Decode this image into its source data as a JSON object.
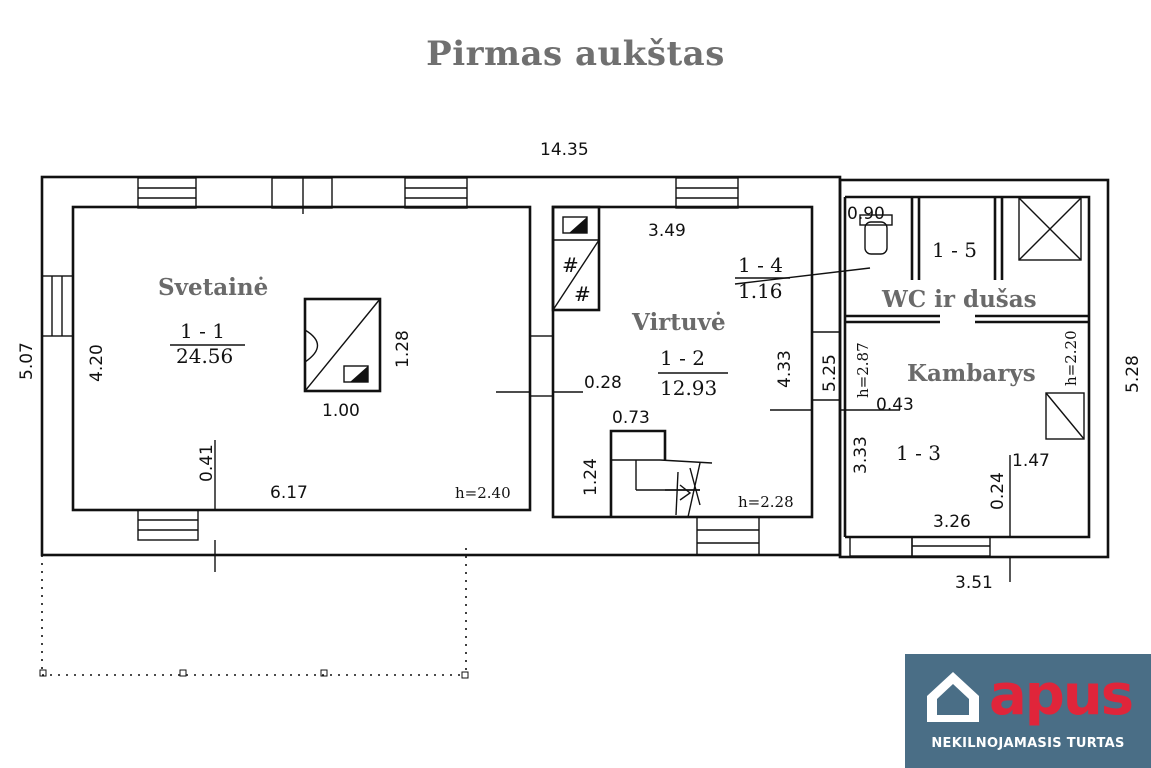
{
  "title": "Pirmas aukštas",
  "rooms": [
    {
      "name": "Svetainė",
      "code": "1 - 1",
      "area": "24.56",
      "height": "h=2.40"
    },
    {
      "name": "Virtuvė",
      "code": "1 - 2",
      "area": "12.93",
      "height": "h=2.28"
    },
    {
      "name": "Kambarys",
      "code": "1 - 3",
      "height": "h=2.87"
    },
    {
      "code": "1 - 4",
      "area": "1.16"
    },
    {
      "name": "WC ir dušas",
      "code": "1 - 5",
      "height": "h=2.20"
    }
  ],
  "dimensions": {
    "total_length": "14.35",
    "left_height": "5.07",
    "right_height": "5.28",
    "living_inner_height": "4.20",
    "living_width": "6.17",
    "stove_width": "1.00",
    "stove_height": "1.28",
    "offset_041": "0.41",
    "partition_028": "0.28",
    "kitchen_width": "3.49",
    "kitchen_height": "4.33",
    "stairs_width": "0.73",
    "stairs_height": "1.24",
    "corridor_height": "5.25",
    "wc_width": "0.90",
    "room_043": "0.43",
    "room_left_height": "3.33",
    "room_147": "1.47",
    "room_024": "0.24",
    "room_width": "3.26",
    "bottom_351": "3.51"
  },
  "logo": {
    "name": "apus",
    "tagline": "NEKILNOJAMASIS TURTAS"
  },
  "colors": {
    "title": "#707070",
    "room_name": "#6a6a6a",
    "logo_bg": "#4a6e86",
    "logo_red": "#e0253a"
  }
}
